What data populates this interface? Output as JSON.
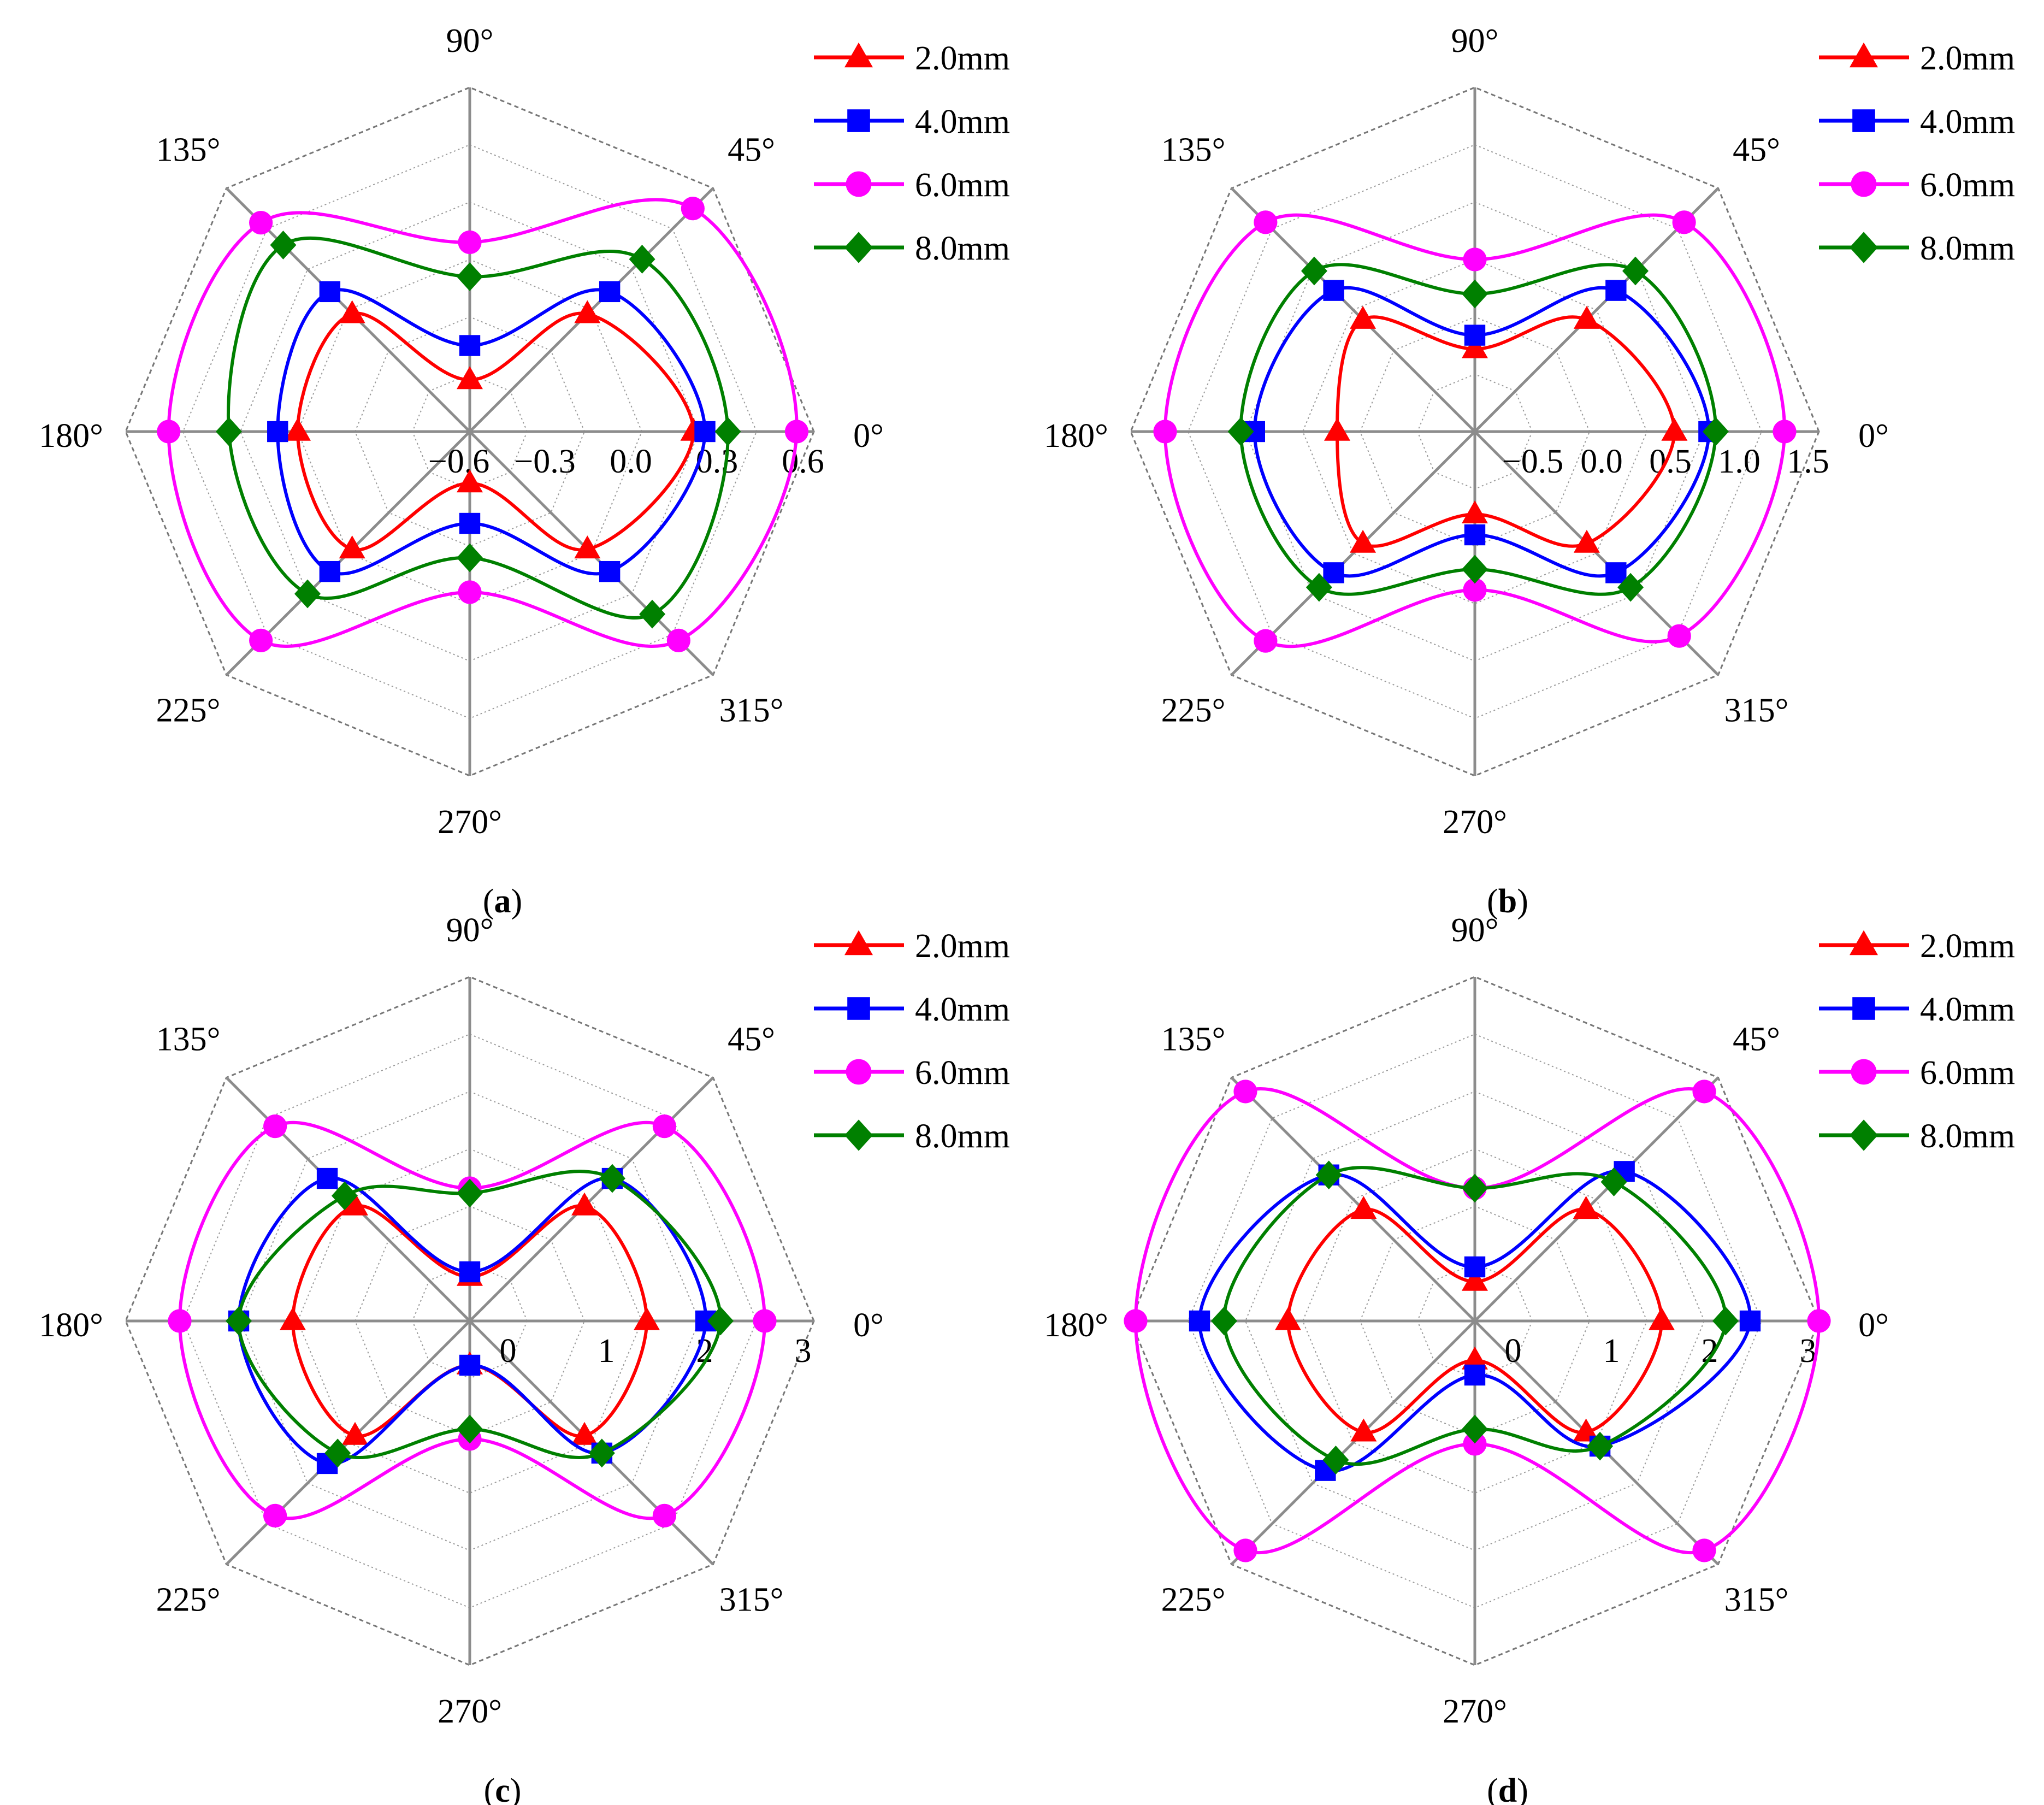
{
  "chart_data": [
    {
      "type": "radar",
      "panel_label": "a",
      "angles": [
        "0°",
        "45°",
        "90°",
        "135°",
        "180°",
        "225°",
        "270°",
        "315°"
      ],
      "radial_ticks": [
        "−0.6",
        "−0.3",
        "0.0",
        "0.3",
        "0.6"
      ],
      "rlim": [
        -0.6,
        0.6
      ],
      "grid": true,
      "legend_position": "top-right",
      "series": [
        {
          "name": "2.0mm",
          "color": "#ff0000",
          "marker": "triangle",
          "values": [
            0.18,
            -0.02,
            -0.42,
            -0.02,
            0.0,
            -0.02,
            -0.42,
            -0.02
          ]
        },
        {
          "name": "4.0mm",
          "color": "#0000ff",
          "marker": "square",
          "values": [
            0.22,
            0.09,
            -0.3,
            0.09,
            0.07,
            0.09,
            -0.28,
            0.09
          ]
        },
        {
          "name": "6.0mm",
          "color": "#ff00ff",
          "marker": "circle",
          "values": [
            0.54,
            0.5,
            0.06,
            0.43,
            0.45,
            0.43,
            -0.04,
            0.43
          ]
        },
        {
          "name": "8.0mm",
          "color": "#008000",
          "marker": "diamond",
          "values": [
            0.3,
            0.25,
            -0.06,
            0.32,
            0.24,
            0.2,
            -0.16,
            0.3
          ]
        }
      ]
    },
    {
      "type": "radar",
      "panel_label": "b",
      "angles": [
        "0°",
        "45°",
        "90°",
        "135°",
        "180°",
        "225°",
        "270°",
        "315°"
      ],
      "radial_ticks": [
        "−0.5",
        "0.0",
        "0.5",
        "1.0",
        "1.5"
      ],
      "rlim": [
        -1.0,
        1.5
      ],
      "grid": true,
      "legend_position": "top-right",
      "series": [
        {
          "name": "2.0mm",
          "color": "#ff0000",
          "marker": "triangle",
          "values": [
            0.45,
            0.15,
            -0.4,
            0.15,
            0.0,
            0.15,
            -0.4,
            0.15
          ]
        },
        {
          "name": "4.0mm",
          "color": "#0000ff",
          "marker": "square",
          "values": [
            0.7,
            0.45,
            -0.3,
            0.45,
            0.6,
            0.45,
            -0.25,
            0.45
          ]
        },
        {
          "name": "6.0mm",
          "color": "#ff00ff",
          "marker": "circle",
          "values": [
            1.25,
            1.15,
            0.25,
            1.15,
            1.25,
            1.15,
            0.15,
            1.1
          ]
        },
        {
          "name": "8.0mm",
          "color": "#008000",
          "marker": "diamond",
          "values": [
            0.75,
            0.65,
            0.0,
            0.65,
            0.7,
            0.6,
            0.0,
            0.6
          ]
        }
      ]
    },
    {
      "type": "radar",
      "panel_label": "c",
      "angles": [
        "0°",
        "45°",
        "90°",
        "135°",
        "180°",
        "225°",
        "270°",
        "315°"
      ],
      "radial_ticks": [
        "0",
        "1",
        "2",
        "3"
      ],
      "rlim": [
        -0.5,
        3
      ],
      "grid": true,
      "legend_position": "top-right",
      "series": [
        {
          "name": "2.0mm",
          "color": "#ff0000",
          "marker": "triangle",
          "values": [
            1.3,
            1.15,
            -0.05,
            1.15,
            1.3,
            1.15,
            -0.05,
            1.15
          ]
        },
        {
          "name": "4.0mm",
          "color": "#0000ff",
          "marker": "square",
          "values": [
            1.9,
            1.55,
            0.0,
            1.55,
            1.85,
            1.55,
            -0.05,
            1.4
          ]
        },
        {
          "name": "6.0mm",
          "color": "#ff00ff",
          "marker": "circle",
          "values": [
            2.5,
            2.3,
            0.85,
            2.3,
            2.45,
            2.3,
            0.7,
            2.3
          ]
        },
        {
          "name": "8.0mm",
          "color": "#008000",
          "marker": "diamond",
          "values": [
            2.05,
            1.55,
            0.8,
            1.3,
            1.85,
            1.4,
            0.6,
            1.4
          ]
        }
      ]
    },
    {
      "type": "radar",
      "panel_label": "d",
      "angles": [
        "0°",
        "45°",
        "90°",
        "135°",
        "180°",
        "225°",
        "270°",
        "315°"
      ],
      "radial_ticks": [
        "0",
        "1",
        "2",
        "3"
      ],
      "rlim": [
        -0.5,
        3
      ],
      "grid": true,
      "legend_position": "top-right",
      "series": [
        {
          "name": "2.0mm",
          "color": "#ff0000",
          "marker": "triangle",
          "values": [
            1.4,
            1.1,
            -0.1,
            1.1,
            1.4,
            1.1,
            -0.1,
            1.1
          ]
        },
        {
          "name": "4.0mm",
          "color": "#0000ff",
          "marker": "square",
          "values": [
            2.3,
            1.65,
            0.05,
            1.6,
            2.3,
            1.65,
            0.05,
            1.3
          ]
        },
        {
          "name": "6.0mm",
          "color": "#ff00ff",
          "marker": "circle",
          "values": [
            3.0,
            2.8,
            0.85,
            2.8,
            2.95,
            2.8,
            0.75,
            2.8
          ]
        },
        {
          "name": "8.0mm",
          "color": "#008000",
          "marker": "diamond",
          "values": [
            2.05,
            1.5,
            0.85,
            1.6,
            2.05,
            1.5,
            0.6,
            1.3
          ]
        }
      ]
    }
  ]
}
